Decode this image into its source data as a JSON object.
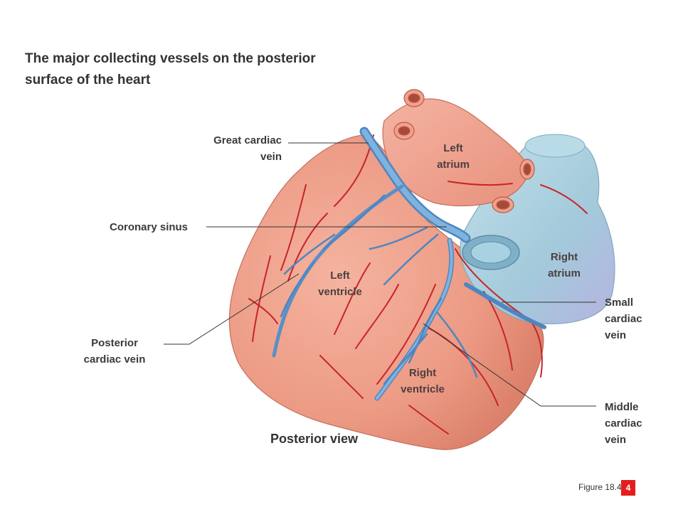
{
  "title": "The major collecting vessels on the posterior surface of the heart",
  "labels": {
    "great_cardiac_vein": "Great cardiac vein",
    "coronary_sinus": "Coronary sinus",
    "posterior_cardiac_vein": "Posterior cardiac vein",
    "left_atrium": "Left atrium",
    "right_atrium": "Right atrium",
    "left_ventricle": "Left ventricle",
    "right_ventricle": "Right ventricle",
    "small_cardiac_vein": "Small cardiac vein",
    "middle_cardiac_vein": "Middle cardiac vein"
  },
  "view_label": "Posterior view",
  "figure_ref": "Figure 18.4",
  "page_number": "4",
  "colors": {
    "myocardium": "#ec9a84",
    "vein": "#6ea3d4",
    "artery": "#c8232b",
    "right_atrium": "#a9cfe0",
    "badge": "#e41e1e"
  }
}
